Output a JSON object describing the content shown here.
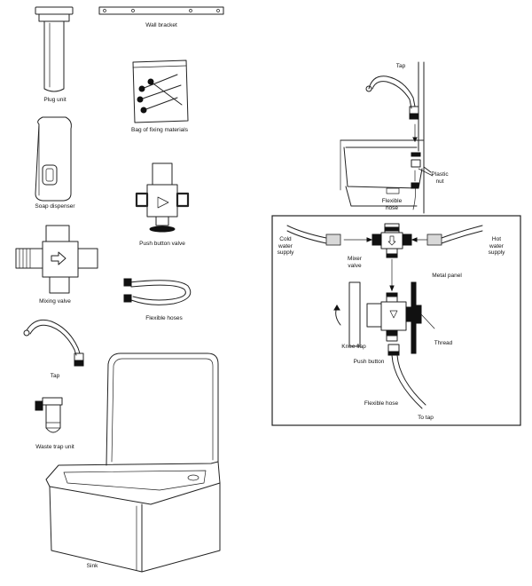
{
  "parts": {
    "plug_unit": "Plug unit",
    "wall_bracket": "Wall bracket",
    "fixings_bag": "Bag of fixing materials",
    "soap_dispenser": "Soap dispenser",
    "push_button_valve": "Push button valve",
    "mixing_valve": "Mixing valve",
    "flexible_hoses": "Flexible hoses",
    "tap": "Tap",
    "waste_trap": "Waste trap unit",
    "sink": "Sink"
  },
  "assembly": {
    "tap": "Tap",
    "plastic_nut": "Plastic\nnut",
    "flexible_hose": "Flexible\nhose"
  },
  "detail": {
    "cold_water": "Cold\nwater\nsupply",
    "hot_water": "Hot\nwater\nsupply",
    "mixer_valve": "Mixer\nvalve",
    "metal_panel": "Metal panel",
    "knee_flap": "Knee flap",
    "thread": "Thread",
    "push_button": "Push button",
    "flexible_hose": "Flexible hose",
    "to_tap": "To tap"
  }
}
